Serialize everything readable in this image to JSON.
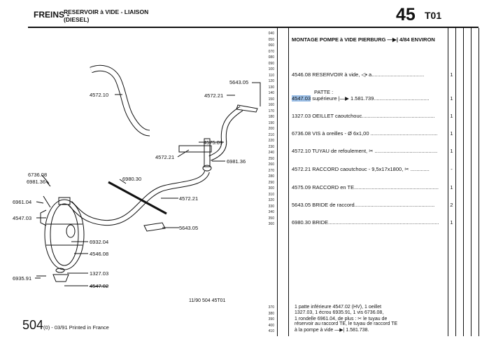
{
  "header": {
    "section": "FREINS -",
    "subtitle_line1": "RESERVOIR à VIDE - LIAISON",
    "subtitle_line2": "(DIESEL)",
    "page_number": "45",
    "page_code": "T01"
  },
  "diagram": {
    "callouts": [
      "4572.10",
      "5643.05",
      "4572.21",
      "4575.09",
      "4572.21",
      "6981.36",
      "6736.08",
      "6981.36",
      "6980.30",
      "4572.21",
      "6961.04",
      "4547.03",
      "5643.05",
      "6932.04",
      "4546.08",
      "1327.03",
      "6935.91",
      "4547.02"
    ],
    "ruler": [
      "040",
      "050",
      "060",
      "070",
      "080",
      "090",
      "100",
      "110",
      "120",
      "130",
      "140",
      "150",
      "160",
      "170",
      "180",
      "190",
      "200",
      "210",
      "220",
      "230",
      "240",
      "250",
      "260",
      "270",
      "280",
      "290",
      "300",
      "310",
      "320",
      "330",
      "340",
      "350",
      "360"
    ],
    "ruler_bottom": [
      "370",
      "380",
      "390",
      "400",
      "410"
    ]
  },
  "parts": {
    "heading": "MONTAGE POMPE à VIDE PIERBURG —▶| 4/84 ENVIRON",
    "rows": [
      {
        "ref": "4546.08",
        "desc": "RESERVOIR à vide, ◁▪ a....................................",
        "qty": "1"
      },
      {
        "ref": "",
        "desc": "PATTE :",
        "qty": ""
      },
      {
        "ref": "4547.03",
        "desc": " supérieure |—▶ 1.581.739......................................",
        "qty": "1"
      },
      {
        "ref": "1327.03",
        "desc": "OEILLET caoutchouc..................................................",
        "qty": "1"
      },
      {
        "ref": "6736.08",
        "desc": "VIS à oreilles - Ø 6x1,00 ..............................................",
        "qty": "1"
      },
      {
        "ref": "4572.10",
        "desc": "TUYAU de refoulement, ✂ ...........................................",
        "qty": "1"
      },
      {
        "ref": "4572.21",
        "desc": "RACCORD caoutchouc - 9,5x17x1800, ✂ .............",
        "qty": "-"
      },
      {
        "ref": "4575.09",
        "desc": "RACCORD en TE..........................................................",
        "qty": "1"
      },
      {
        "ref": "5643.05",
        "desc": "BRIDE de raccord.......................................................",
        "qty": "2"
      },
      {
        "ref": "6980.30",
        "desc": "BRIDE............................................................................",
        "qty": "1"
      }
    ]
  },
  "footer": {
    "model": "504",
    "model_suffix": "(0) - 03/91 Printed in France",
    "date_code": "11/90 504 45T01",
    "notes": [
      "1 patte inférieure 4547.02 (HV), 1 oeillet",
      "1327.03, 1 écrou 6935.91, 1 vis 6736.08,",
      "1 rondelle 6961.04, de plus : ✂ le tuyau de",
      "réservoir au raccord TE, le tuyau de raccord TE",
      "à la pompe à vide —▶| 1.581.738."
    ]
  },
  "colors": {
    "highlight": "#9cc0e8",
    "ink": "#111111"
  }
}
